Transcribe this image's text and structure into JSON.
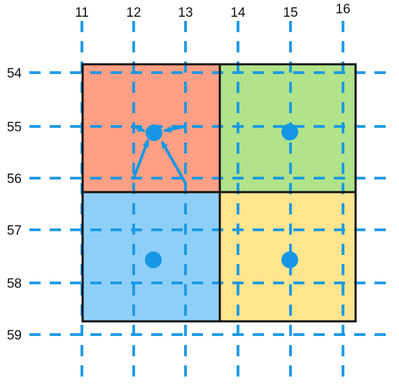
{
  "colors": {
    "grid_line": "#1597E5",
    "border": "#111111",
    "dot": "#1597E5",
    "arrow": "#1597E5",
    "cells": [
      "#FF9F86",
      "#B1E38A",
      "#8ECFF8",
      "#FFE58E"
    ]
  },
  "column_labels": [
    "11",
    "12",
    "13",
    "14",
    "15",
    "16"
  ],
  "row_labels": [
    "54",
    "55",
    "56",
    "57",
    "58",
    "59"
  ],
  "cells": [
    {
      "name": "cell-top-left",
      "fill": "#FF9F86"
    },
    {
      "name": "cell-top-right",
      "fill": "#B1E38A"
    },
    {
      "name": "cell-bottom-left",
      "fill": "#8ECFF8"
    },
    {
      "name": "cell-bottom-right",
      "fill": "#FFE58E"
    }
  ],
  "dots": [
    "dot-top-left",
    "dot-top-right",
    "dot-bottom-left",
    "dot-bottom-right"
  ],
  "arrows": [
    "arrow-from-left",
    "arrow-from-right",
    "arrow-from-bottom-left",
    "arrow-from-bottom-right"
  ]
}
